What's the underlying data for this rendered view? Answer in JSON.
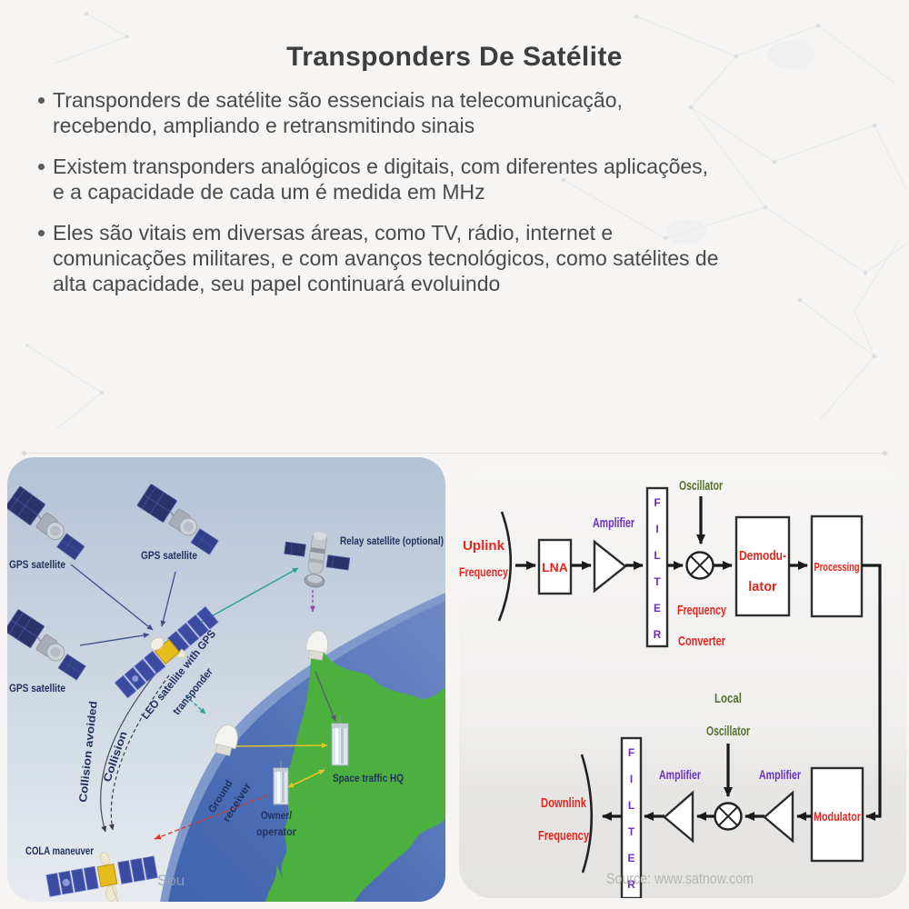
{
  "page": {
    "title": "Transponders De Satélite",
    "bullets": [
      {
        "lines": [
          "Transponders de satélite são essenciais na telecomunicação,",
          "recebendo, ampliando e retransmitindo sinais"
        ]
      },
      {
        "lines": [
          "Existem transponders analógicos e digitais, com diferentes aplicações,",
          "e a capacidade de cada um é medida em MHz"
        ]
      },
      {
        "lines": [
          "Eles são vitais em diversas áreas, como TV, rádio, internet e",
          "comunicações militares, e com avanços tecnológicos, como satélites de",
          "alta capacidade, seu papel continuará evoluindo"
        ]
      }
    ]
  },
  "left_diagram": {
    "labels": {
      "gps_top_left": "GPS satellite",
      "gps_top_center": "GPS satellite",
      "gps_mid_left": "GPS satellite",
      "relay": "Relay satellite (optional)",
      "leo_line1": "LEO satellite with GPS",
      "leo_line2": "transponder",
      "collision_avoided": "Collision avoided",
      "collision": "Collision",
      "cola": "COLA maneuver",
      "ground_line1": "Ground",
      "ground_line2": "receiver",
      "space_hq": "Space traffic HQ",
      "owner_line1": "Owner/",
      "owner_line2": "operator",
      "watermark": "Sou"
    },
    "colors": {
      "sky_top": "#b3c3d6",
      "sky_bottom": "#e7ebef",
      "earth_light": "#7088c5",
      "earth_dark": "#3f63ae",
      "earth_rim": "#8099cd",
      "land_green": "#4bb03e",
      "label_navy": "#22305e",
      "arrow_teal": "#2aa093",
      "arrow_purple": "#9050a8",
      "arrow_red": "#e13222",
      "arrow_yellow": "#e5c427",
      "arrow_navy": "#3c4c86"
    }
  },
  "right_diagram": {
    "labels": {
      "uplink_line1": "Uplink",
      "uplink_line2": "Frequency",
      "lna": "LNA",
      "amplifier_top": "Amplifier",
      "oscillator": "Oscillator",
      "freq_conv_line1": "Frequency",
      "freq_conv_line2": "Converter",
      "demod_line1": "Demodu-",
      "demod_line2": "lator",
      "processing": "Processing",
      "local_osc_line1": "Local",
      "local_osc_line2": "Oscillator",
      "modulator": "Modulator",
      "amplifier_bottom_left": "Amplifier",
      "amplifier_bottom_right": "Amplifier",
      "downlink_line1": "Downlink",
      "downlink_line2": "Frequency",
      "watermark": "Source: www.satnow.com"
    },
    "filter_letters": [
      "F",
      "I",
      "L",
      "T",
      "E",
      "R"
    ],
    "colors": {
      "label_red": "#e8251d",
      "label_purple": "#6a2fc4",
      "label_green": "#55702c",
      "line_black": "#1a1a1a"
    }
  }
}
